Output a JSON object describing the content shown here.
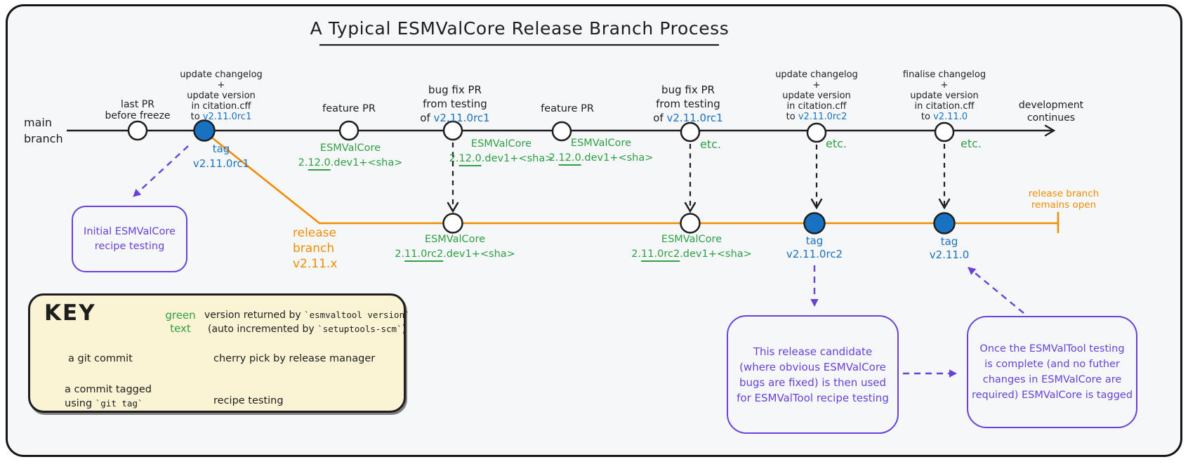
{
  "title": "A Typical ESMValCore Release Branch Process",
  "branches": {
    "main_label": [
      "main",
      "branch"
    ],
    "release_label": [
      "release",
      "branch",
      "v2.11.x"
    ],
    "release_end": [
      "release branch",
      "remains open"
    ],
    "development": [
      "development",
      "continues"
    ]
  },
  "commits": {
    "last_pr": [
      "last PR",
      "before freeze"
    ],
    "rc1_bump": {
      "l1": "update changelog",
      "l2": "+",
      "l3": "update version",
      "l4": "in citation.cff",
      "l5_pre": "to ",
      "l5_ver": "v2.11.0rc1"
    },
    "feature_pr": "feature PR",
    "bugfix": {
      "l1": "bug fix PR",
      "l2": "from testing",
      "l3_pre": "of ",
      "l3_ver": "v2.11.0rc1"
    },
    "rc2_bump": {
      "l1": "update changelog",
      "l2": "+",
      "l3": "update version",
      "l4": "in citation.cff",
      "l5_pre": "to ",
      "l5_ver": "v2.11.0rc2"
    },
    "final_bump": {
      "l1": "finalise changelog",
      "l2": "+",
      "l3": "update version",
      "l4": "in citation.cff",
      "l5_pre": "to ",
      "l5_ver": "v2.11.0"
    }
  },
  "versions": {
    "dev": {
      "name": "ESMValCore",
      "pre": "2.",
      "underlined": "12.0",
      "post": ".dev1+<sha>"
    },
    "rc": {
      "name": "ESMValCore",
      "pre": "2.",
      "underlined": "11.0rc2",
      "post": ".dev1+<sha>"
    },
    "etc": "etc."
  },
  "tags": {
    "rc1": [
      "tag",
      "v2.11.0rc1"
    ],
    "rc2": [
      "tag",
      "v2.11.0rc2"
    ],
    "final": [
      "tag",
      "v2.11.0"
    ]
  },
  "notes": {
    "initial": [
      "Initial ESMValCore",
      "recipe testing"
    ],
    "rc_testing": [
      "This release candidate",
      "(where obvious ESMValCore",
      "bugs are fixed) is then used",
      "for ESMValTool recipe testing"
    ],
    "final_tag": [
      "Once the ESMValTool testing",
      "is complete (and no futher",
      "changes in ESMValCore are",
      "required) ESMValCore is tagged"
    ]
  },
  "key": {
    "title": "KEY",
    "green_label": [
      "green",
      "text"
    ],
    "green_desc": {
      "l1_pre": "version returned by ",
      "l1_code": "`esmvaltool version`",
      "l2_pre": "(auto incremented by ",
      "l2_code": "`setuptools-scm`",
      "l2_post": ")"
    },
    "git_commit": "a git commit",
    "cherry_pick": "cherry pick by release manager",
    "tagged_commit": {
      "l1": "a commit tagged",
      "l2_pre": "using ",
      "l2_code": "`git tag`"
    },
    "recipe_testing": "recipe testing"
  },
  "colors": {
    "ink": "#1e1e1e",
    "blue": "#1971c2",
    "green": "#2f9e44",
    "orange": "#f08c00",
    "purple": "#6741d9",
    "key_bg": "#faf3d4",
    "canvas_bg": "#f6f7f9"
  }
}
